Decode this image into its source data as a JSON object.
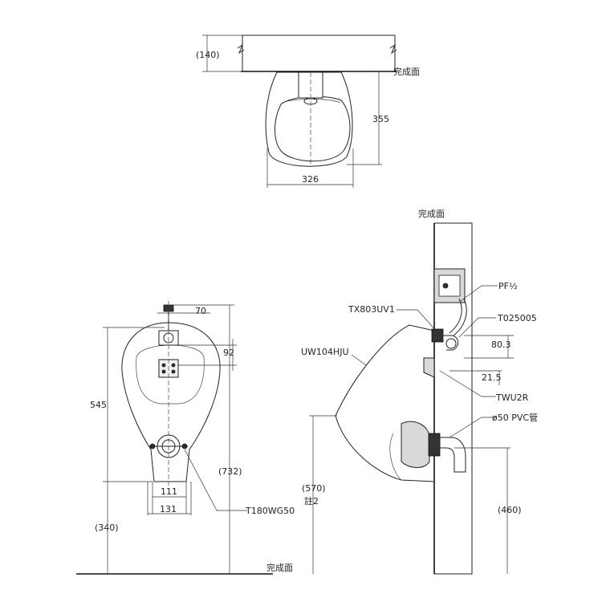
{
  "labels": {
    "top_offset": "(140)",
    "top_finish": "完成面",
    "top_depth": "355",
    "top_width": "326",
    "side_finish_wall": "完成面",
    "pf": "PF½",
    "tx": "TX803UV1",
    "t025": "T025005",
    "uw": "UW104HJU",
    "d803": "80.3",
    "d215": "21.5",
    "twu": "TWU2R",
    "pvc": "ø50 PVC管",
    "d570": "(570)",
    "note2": "註2",
    "d460": "(460)",
    "front_70": "70",
    "front_92": "92",
    "front_545": "545",
    "front_732": "(732)",
    "front_111": "111",
    "front_131": "131",
    "front_340": "(340)",
    "t180": "T180WG50",
    "floor_finish": "完成面"
  },
  "colors": {
    "line": "#222222",
    "fill": "#d9d9d9",
    "background": "#ffffff"
  }
}
